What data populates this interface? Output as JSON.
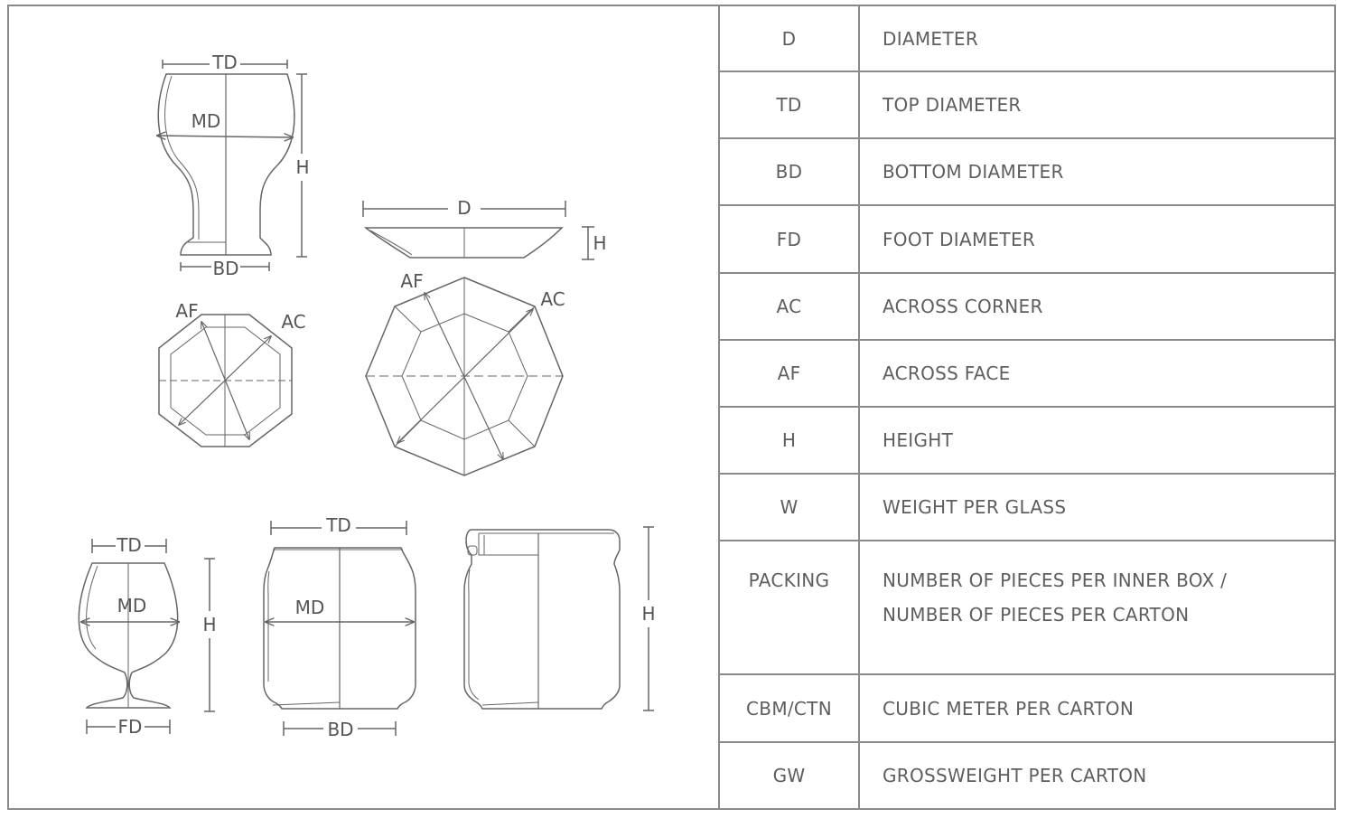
{
  "diagram": {
    "goblet": {
      "td": "TD",
      "md": "MD",
      "h": "H",
      "bd": "BD"
    },
    "plate_side": {
      "d": "D",
      "h": "H"
    },
    "small_octagon": {
      "af": "AF",
      "ac": "AC"
    },
    "large_octagon": {
      "af": "AF",
      "ac": "AC"
    },
    "snifter": {
      "td": "TD",
      "md": "MD",
      "h": "H",
      "fd": "FD"
    },
    "tumbler": {
      "td": "TD",
      "md": "MD",
      "bd": "BD"
    },
    "jar": {
      "h": "H"
    }
  },
  "legend": [
    {
      "abbr": "D",
      "desc": "DIAMETER"
    },
    {
      "abbr": "TD",
      "desc": "TOP DIAMETER"
    },
    {
      "abbr": "BD",
      "desc": "BOTTOM DIAMETER"
    },
    {
      "abbr": "FD",
      "desc": "FOOT DIAMETER"
    },
    {
      "abbr": "AC",
      "desc": "ACROSS CORNER"
    },
    {
      "abbr": "AF",
      "desc": "ACROSS FACE"
    },
    {
      "abbr": "H",
      "desc": "HEIGHT"
    },
    {
      "abbr": "W",
      "desc": "WEIGHT PER GLASS"
    },
    {
      "abbr": "PACKING",
      "desc": "NUMBER OF PIECES PER INNER BOX /",
      "desc2": "NUMBER OF PIECES PER CARTON"
    },
    {
      "abbr": "CBM/CTN",
      "desc": "CUBIC METER PER CARTON"
    },
    {
      "abbr": "GW",
      "desc": "GROSSWEIGHT PER CARTON"
    }
  ]
}
